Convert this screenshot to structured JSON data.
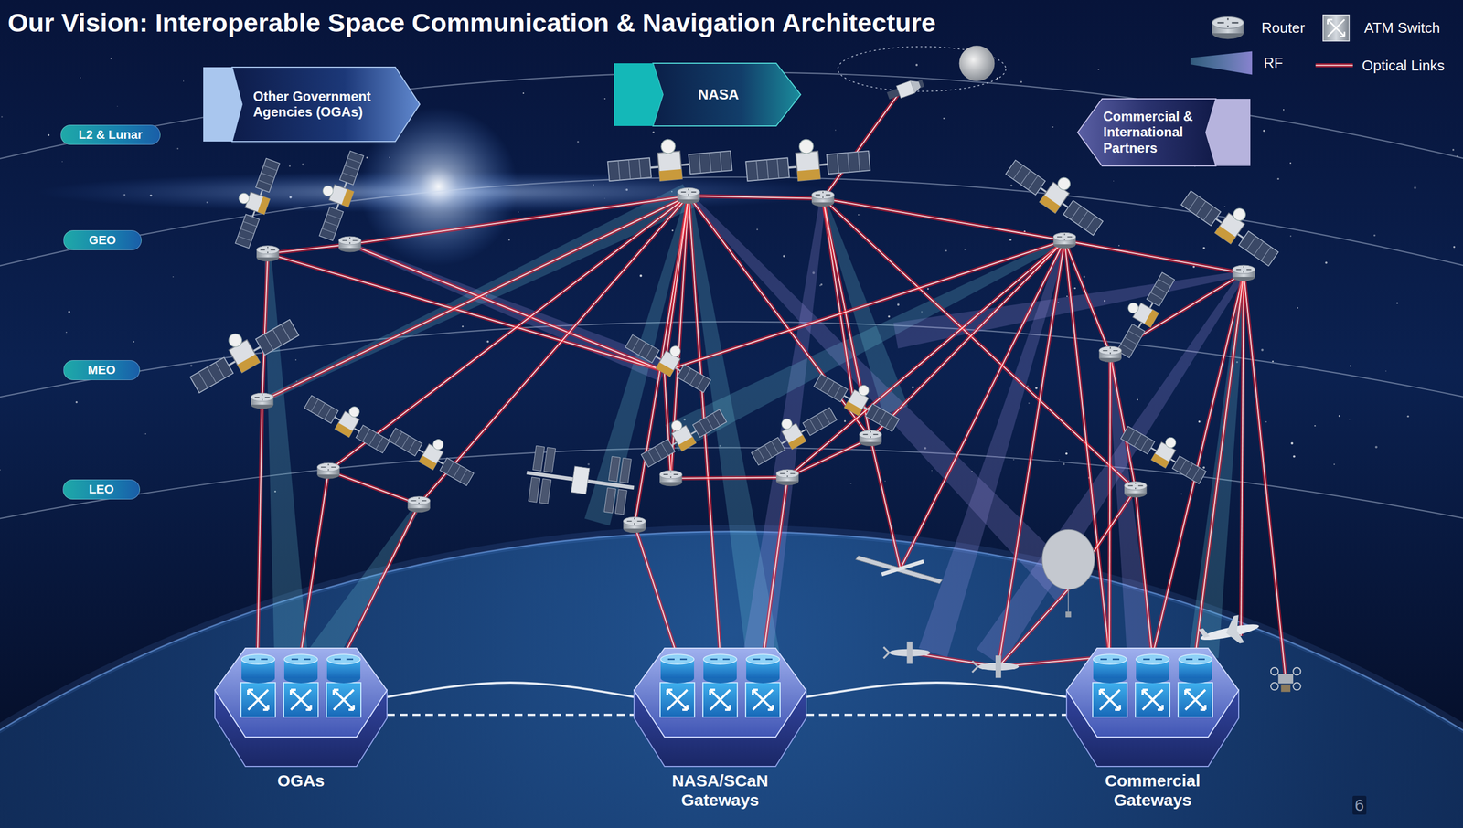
{
  "diagram": {
    "title": "Our Vision: Interoperable Space Communication & Navigation Architecture",
    "nodes": [
      {
        "text": [
          "Other Government Agencies (OGAs)"
        ]
      },
      {
        "text": [
          "NASA"
        ]
      },
      {
        "text": [
          "Commercial & International Partners"
        ]
      },
      {
        "text": [
          "L2 & Lunar"
        ]
      },
      {
        "text": [
          "GEO"
        ]
      },
      {
        "text": [
          "MEO"
        ]
      },
      {
        "text": [
          "LEO"
        ]
      },
      {
        "text": [
          "OGAs"
        ]
      },
      {
        "text": [
          "NASA/SCaN Gateways"
        ]
      },
      {
        "text": [
          "Commercial Gateways"
        ]
      }
    ],
    "edges": [
      {
        "from": 7,
        "to": 8,
        "arrow": "none"
      },
      {
        "from": 7,
        "to": 8,
        "arrow": "none"
      },
      {
        "from": 8,
        "to": 9,
        "arrow": "none"
      },
      {
        "from": 8,
        "to": 9,
        "arrow": "none"
      }
    ],
    "labels": [
      "6"
    ],
    "legend": [
      {
        "text": "Router"
      },
      {
        "text": "ATM Switch"
      },
      {
        "text": "RF"
      },
      {
        "text": "Optical Links"
      }
    ]
  }
}
